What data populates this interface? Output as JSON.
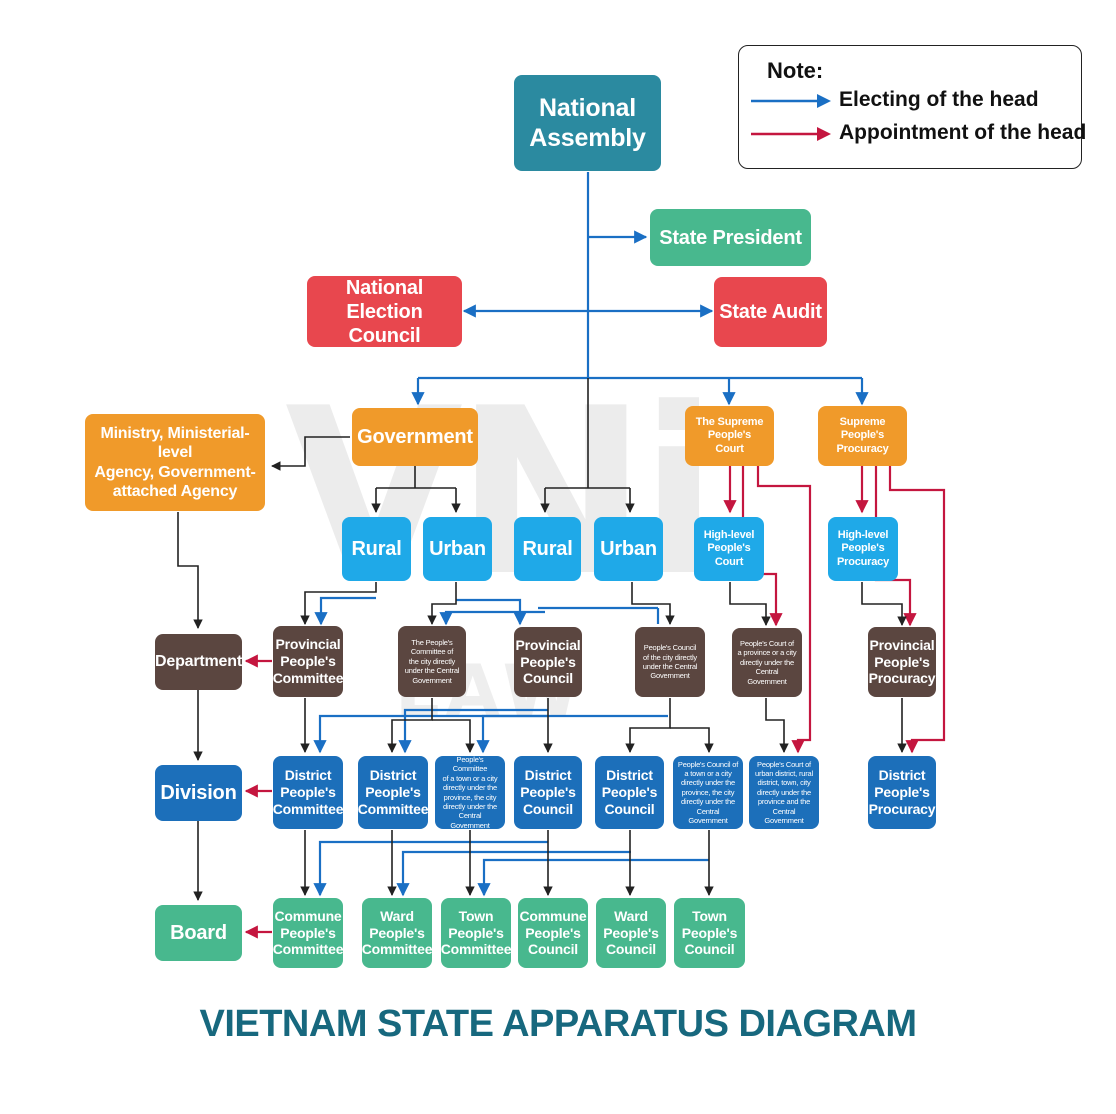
{
  "title": "VIETNAM STATE APPARATUS DIAGRAM",
  "legend": {
    "title": "Note:",
    "items": [
      {
        "label": "Electing of the head",
        "color": "#1a6fc4"
      },
      {
        "label": "Appointment of the head",
        "color": "#c4163f"
      }
    ]
  },
  "watermark": {
    "text": "VNi",
    "subtext": "LAW"
  },
  "colors": {
    "teal": "#2b8aa0",
    "green": "#3aaf78",
    "red": "#e8474e",
    "orange": "#f09a2a",
    "cyan": "#1fa9e8",
    "brown": "#5b4640",
    "blue": "#1c6fba",
    "elect_arrow": "#1a6fc4",
    "appoint_arrow": "#c4163f",
    "plain_arrow": "#222222",
    "title": "#17687e"
  },
  "nodes": {
    "national_assembly": "National\nAssembly",
    "state_president": "State President",
    "national_election_council": "National\nElection Council",
    "state_audit": "State Audit",
    "government": "Government",
    "ministry": "Ministry, Ministerial-level\nAgency, Government-\nattached Agency",
    "supreme_court": "The Supreme\nPeople's\nCourt",
    "supreme_procuracy": "Supreme\nPeople's\nProcuracy",
    "gov_rural": "Rural",
    "gov_urban": "Urban",
    "na_rural": "Rural",
    "na_urban": "Urban",
    "high_court": "High-level\nPeople's\nCourt",
    "high_procuracy": "High-level\nPeople's\nProcuracy",
    "department": "Department",
    "provincial_committee": "Provincial\nPeople's\nCommittee",
    "city_committee": "The People's\nCommittee of\nthe city directly\nunder the Central\nGovernment",
    "provincial_council": "Provincial\nPeople's\nCouncil",
    "city_council": "People's Council\nof the city directly\nunder the Central\nGovernment",
    "provincial_court": "People's Court of\na province or a city\ndirectly under the\nCentral Government",
    "provincial_procuracy": "Provincial\nPeople's\nProcuracy",
    "division": "Division",
    "district_committee_rural": "District\nPeople's\nCommittee",
    "district_committee_urban": "District\nPeople's\nCommittee",
    "town_committee_district": "People's Committee\nof a town or a city\ndirectly under the\nprovince, the city\ndirectly under the\nCentral Government",
    "district_council_rural": "District\nPeople's\nCouncil",
    "district_council_urban": "District\nPeople's\nCouncil",
    "town_council_district": "People's Council of\na town or a city\ndirectly under the\nprovince, the city\ndirectly under the\nCentral Government",
    "district_court": "People's Court of\nurban district, rural\ndistrict, town, city\ndirectly under the\nprovince and the\nCentral Government",
    "district_procuracy": "District\nPeople's\nProcuracy",
    "board": "Board",
    "commune_committee": "Commune\nPeople's\nCommittee",
    "ward_committee": "Ward\nPeople's\nCommittee",
    "town_committee": "Town\nPeople's\nCommittee",
    "commune_council": "Commune\nPeople's\nCouncil",
    "ward_council": "Ward\nPeople's\nCouncil",
    "town_council": "Town\nPeople's\nCouncil"
  }
}
